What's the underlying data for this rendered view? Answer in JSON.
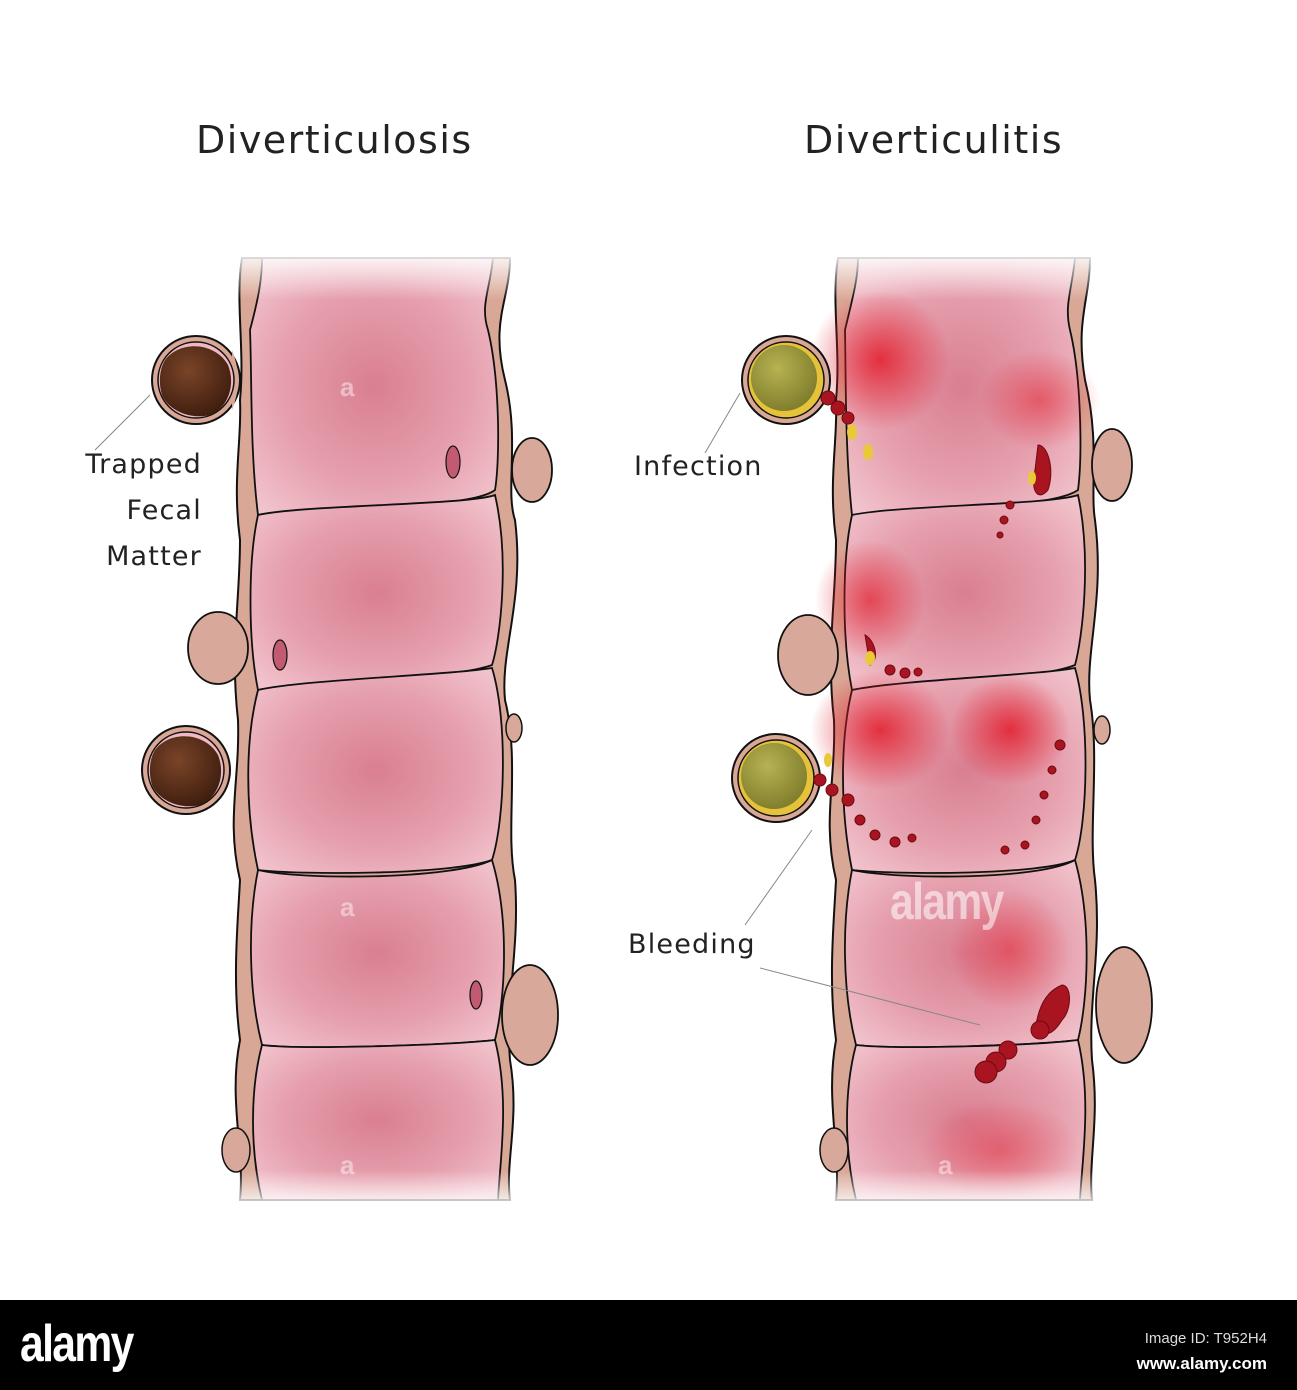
{
  "titles": {
    "left": "Diverticulosis",
    "right": "Diverticulitis"
  },
  "labels": {
    "trapped_line1": "Trapped",
    "trapped_line2": "Fecal",
    "trapped_line3": "Matter",
    "infection": "Infection",
    "bleeding": "Bleeding"
  },
  "watermark": {
    "center": "alamy",
    "letter": "a"
  },
  "footer": {
    "logo": "alamy",
    "image_id": "Image ID: T952H4",
    "url": "www.alamy.com"
  },
  "colors": {
    "wall": "#d9a796",
    "lumen": "#e08c9c",
    "lumen_light": "#efbcc6",
    "inflamed": "#e3444f",
    "fecal": "#5b2f1a",
    "infection": "#9c9a3e",
    "pus": "#e8c93a",
    "blood": "#a8141f",
    "outline": "#111111"
  }
}
